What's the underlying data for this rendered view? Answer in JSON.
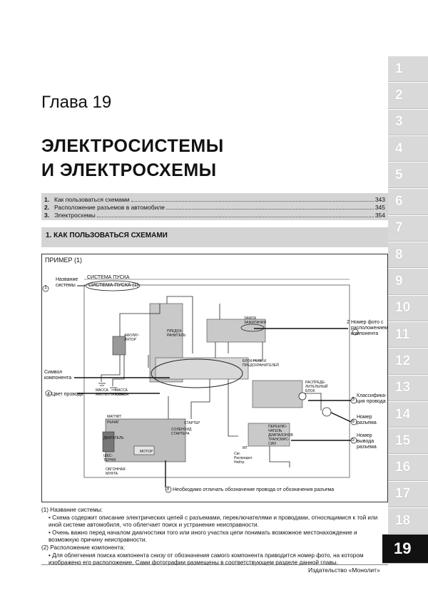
{
  "chapter_label": "Глава 19",
  "title_line1": "ЭЛЕКТРОСИСТЕМЫ",
  "title_line2": "И ЭЛЕКТРОСХЕМЫ",
  "toc": [
    {
      "num": "1.",
      "text": "Как пользоваться схемами",
      "page": "343"
    },
    {
      "num": "2.",
      "text": "Расположение разъемов в автомобиле",
      "page": "345"
    },
    {
      "num": "3.",
      "text": "Электросхемы",
      "page": "354"
    }
  ],
  "section_heading": "1.  КАК ПОЛЬЗОВАТЬСЯ СХЕМАМИ",
  "figure": {
    "title": "ПРИМЕР (1)",
    "system_name_label": "Название системы",
    "system_header": "СИСТЕМА ПУСКА",
    "system_header_boxed": "СИСТЕМА ПУСКА (1)",
    "callouts": {
      "c1": "1",
      "c2": "2",
      "c3": "3",
      "c4": "4",
      "c5": "5",
      "c6": "6"
    },
    "photo_number_label": "Номер фото с расположением компонента",
    "component_symbol_label": "Символ компонента",
    "wire_color_label": "Цвет провода",
    "classification_label": "Классифика-ция провода",
    "connector_number_label": "Номер разъема",
    "pin_number_label": "Номер вывода разъема",
    "note_bottom": "Необходимо отличать обозначение провода от обозначения разъема",
    "inner": {
      "battery": "АККУМУ-ЛЯТОР",
      "fuse_block": "ПРЕДОХ-РАНИТЕЛЬ",
      "ignition": "ЗАМОК ЗАЖИГАНИЯ",
      "relay_block": "БЛОК РЕЛЕ И ПРЕДОХРАНИТЕЛЕЙ",
      "starter": "СТАРТЕР",
      "solenoid": "СОЛЕНОИД СТАРТЕРА",
      "motor": "МОТОР",
      "engine": "ДВИГАТЕЛЬ",
      "gear": "ШЕС-ТЕРНЯ",
      "clutch": "ОБГОННАЯ МУФТА",
      "switch": "ПЕРЕКЛЮ-ЧАТЕЛЬ ДИАПАЗОНОВ ТРАНСМИС-СИИ",
      "distribution": "РАСПРЕДЕ-ЛИТЕЛЬНЫЙ БЛОК",
      "mass_battery": "МАССА АККУМУЛЯТОРА",
      "mass_body": "МАССА КУЗОВА",
      "magnet": "МАГНИТ",
      "lever": "РЫЧАГ",
      "mt": "МТ",
      "neutral": "Сиг. Распредел. Нейтр."
    }
  },
  "notes": [
    {
      "text": "(1) Название системы:",
      "indent": 0
    },
    {
      "text": "•  Схема содержит описание электрических цепей с разъемами, переключателями и проводами, относящимися к той или иной системе автомобиля, что облегчает поиск и устранение неисправности.",
      "indent": 1
    },
    {
      "text": "•  Очень важно перед началом диагностики того или иного участка цепи понимать возможное местонахождение и возможную причину неисправности.",
      "indent": 1
    },
    {
      "text": "(2) Расположение компонента:",
      "indent": 0
    },
    {
      "text": "•  Для облегчения поиска компонента снизу от обозначения самого компонента приводится номер фото, на котором изображено его расположение. Сами фотографии размещены в соответствующем разделе данной главы.",
      "indent": 1
    }
  ],
  "tabs": [
    "1",
    "2",
    "3",
    "4",
    "5",
    "6",
    "7",
    "8",
    "9",
    "10",
    "11",
    "12",
    "13",
    "14",
    "15",
    "16",
    "17",
    "18",
    "19"
  ],
  "active_tab": "19",
  "publisher": "Издательство «Монолит»"
}
